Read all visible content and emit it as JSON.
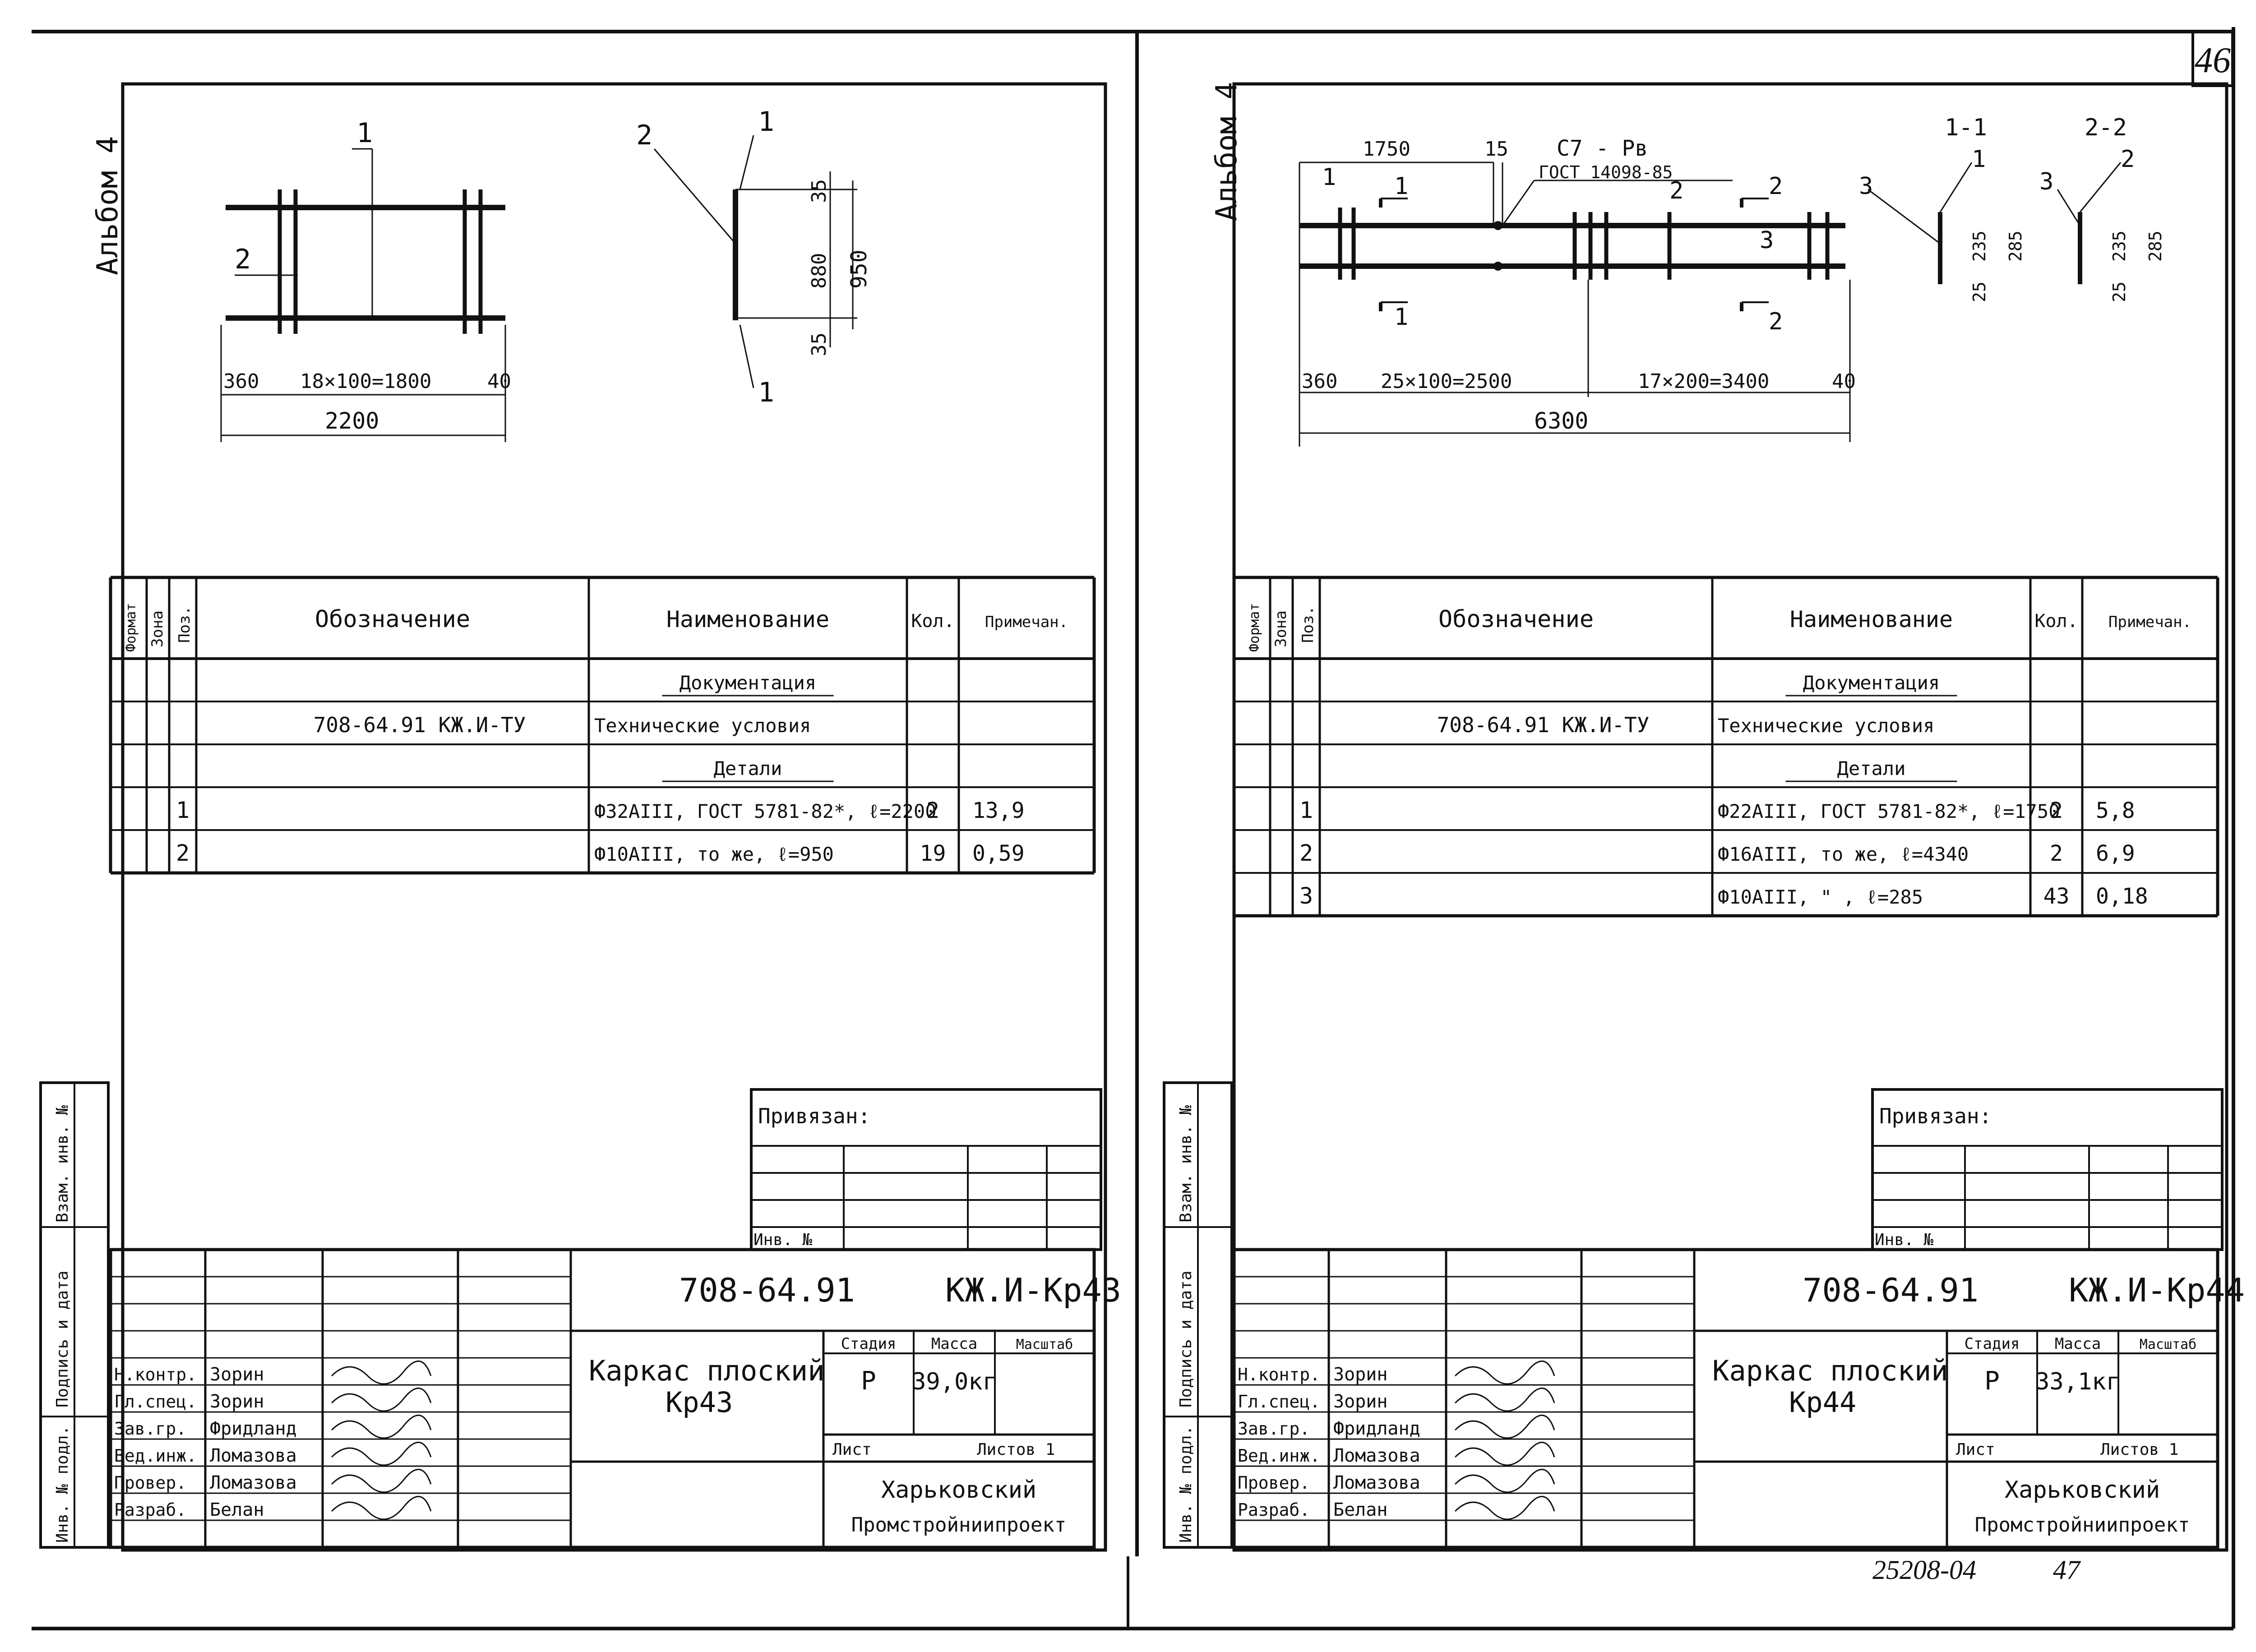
{
  "page_number": "46",
  "footer_code": "25208-04",
  "footer_page": "47",
  "sheet_left": {
    "album": "Альбом 4",
    "drawing": {
      "pos1": "1",
      "pos2": "2",
      "dim_start": "360",
      "dim_mid": "18×100=1800",
      "dim_end": "40",
      "dim_total": "2200",
      "detail_pos2": "2",
      "detail_pos1a": "1",
      "detail_pos1b": "1",
      "dim_a": "35",
      "dim_b": "880",
      "dim_c": "35",
      "dim_h": "950"
    },
    "spec": {
      "headers": [
        "Формат",
        "Зона",
        "Поз.",
        "Обозначение",
        "Наименование",
        "Кол.",
        "Примечан."
      ],
      "rows": [
        {
          "pos": "",
          "code": "",
          "name": "Документация",
          "qty": "",
          "note": ""
        },
        {
          "pos": "",
          "code": "708-64.91 КЖ.И-ТУ",
          "name": "Технические условия",
          "qty": "",
          "note": ""
        },
        {
          "pos": "",
          "code": "",
          "name": "Детали",
          "qty": "",
          "note": ""
        },
        {
          "pos": "1",
          "code": "",
          "name": "Ф32АIII, ГОСТ 5781-82*, ℓ=2200",
          "qty": "2",
          "note": "13,9"
        },
        {
          "pos": "2",
          "code": "",
          "name": "Ф10АIII, то же, ℓ=950",
          "qty": "19",
          "note": "0,59"
        }
      ]
    },
    "privyazan": "Привязан:",
    "inv_no": "Инв. №",
    "side_labels": [
      "Взам. инв. №",
      "Подпись и дата",
      "Инв. № подл."
    ],
    "title_block": {
      "code": "708-64.91",
      "mark": "КЖ.И-Кр43",
      "name_line1": "Каркас плоский",
      "name_line2": "Кр43",
      "stage_h": "Стадия",
      "mass_h": "Масса",
      "scale_h": "Масштаб",
      "stage": "Р",
      "mass": "39,0кг",
      "sheet_h": "Лист",
      "sheets_h": "Листов 1",
      "org_line1": "Харьковский",
      "org_line2": "Промстройниипроект",
      "roles": [
        {
          "role": "Н.контр.",
          "name": "Зорин"
        },
        {
          "role": "Гл.спец.",
          "name": "Зорин"
        },
        {
          "role": "Зав.гр.",
          "name": "Фридланд"
        },
        {
          "role": "Вед.инж.",
          "name": "Ломазова"
        },
        {
          "role": "Провер.",
          "name": "Ломазова"
        },
        {
          "role": "Разраб.",
          "name": "Белан"
        }
      ]
    }
  },
  "sheet_right": {
    "album": "Альбом 4",
    "drawing": {
      "dim_1750": "1750",
      "dim_15": "15",
      "weld_mark": "С7 - Рв",
      "weld_gost": "ГОСТ 14098-85",
      "pos1": "1",
      "pos2": "2",
      "pos3": "3",
      "cut1": "1",
      "cut2": "2",
      "dim_start": "360",
      "dim_mid1": "25×100=2500",
      "dim_mid2": "17×200=3400",
      "dim_end": "40",
      "dim_total": "6300",
      "section11": "1-1",
      "section22": "2-2",
      "s_pos3a": "3",
      "s_pos1": "1",
      "s_pos3b": "3",
      "s_pos2": "2",
      "s_d25": "25",
      "s_d235": "235",
      "s_d285": "285"
    },
    "spec": {
      "headers": [
        "Формат",
        "Зона",
        "Поз.",
        "Обозначение",
        "Наименование",
        "Кол.",
        "Примечан."
      ],
      "rows": [
        {
          "pos": "",
          "code": "",
          "name": "Документация",
          "qty": "",
          "note": ""
        },
        {
          "pos": "",
          "code": "708-64.91 КЖ.И-ТУ",
          "name": "Технические условия",
          "qty": "",
          "note": ""
        },
        {
          "pos": "",
          "code": "",
          "name": "Детали",
          "qty": "",
          "note": ""
        },
        {
          "pos": "1",
          "code": "",
          "name": "Ф22АIII, ГОСТ 5781-82*, ℓ=1750",
          "qty": "2",
          "note": "5,8"
        },
        {
          "pos": "2",
          "code": "",
          "name": "Ф16АIII, то же, ℓ=4340",
          "qty": "2",
          "note": "6,9"
        },
        {
          "pos": "3",
          "code": "",
          "name": "Ф10АIII, \" , ℓ=285",
          "qty": "43",
          "note": "0,18"
        }
      ]
    },
    "privyazan": "Привязан:",
    "inv_no": "Инв. №",
    "side_labels": [
      "Взам. инв. №",
      "Подпись и дата",
      "Инв. № подл."
    ],
    "title_block": {
      "code": "708-64.91",
      "mark": "КЖ.И-Кр44",
      "name_line1": "Каркас плоский",
      "name_line2": "Кр44",
      "stage_h": "Стадия",
      "mass_h": "Масса",
      "scale_h": "Масштаб",
      "stage": "Р",
      "mass": "33,1кг",
      "sheet_h": "Лист",
      "sheets_h": "Листов 1",
      "org_line1": "Харьковский",
      "org_line2": "Промстройниипроект",
      "roles": [
        {
          "role": "Н.контр.",
          "name": "Зорин"
        },
        {
          "role": "Гл.спец.",
          "name": "Зорин"
        },
        {
          "role": "Зав.гр.",
          "name": "Фридланд"
        },
        {
          "role": "Вед.инж.",
          "name": "Ломазова"
        },
        {
          "role": "Провер.",
          "name": "Ломазова"
        },
        {
          "role": "Разраб.",
          "name": "Белан"
        }
      ]
    }
  }
}
